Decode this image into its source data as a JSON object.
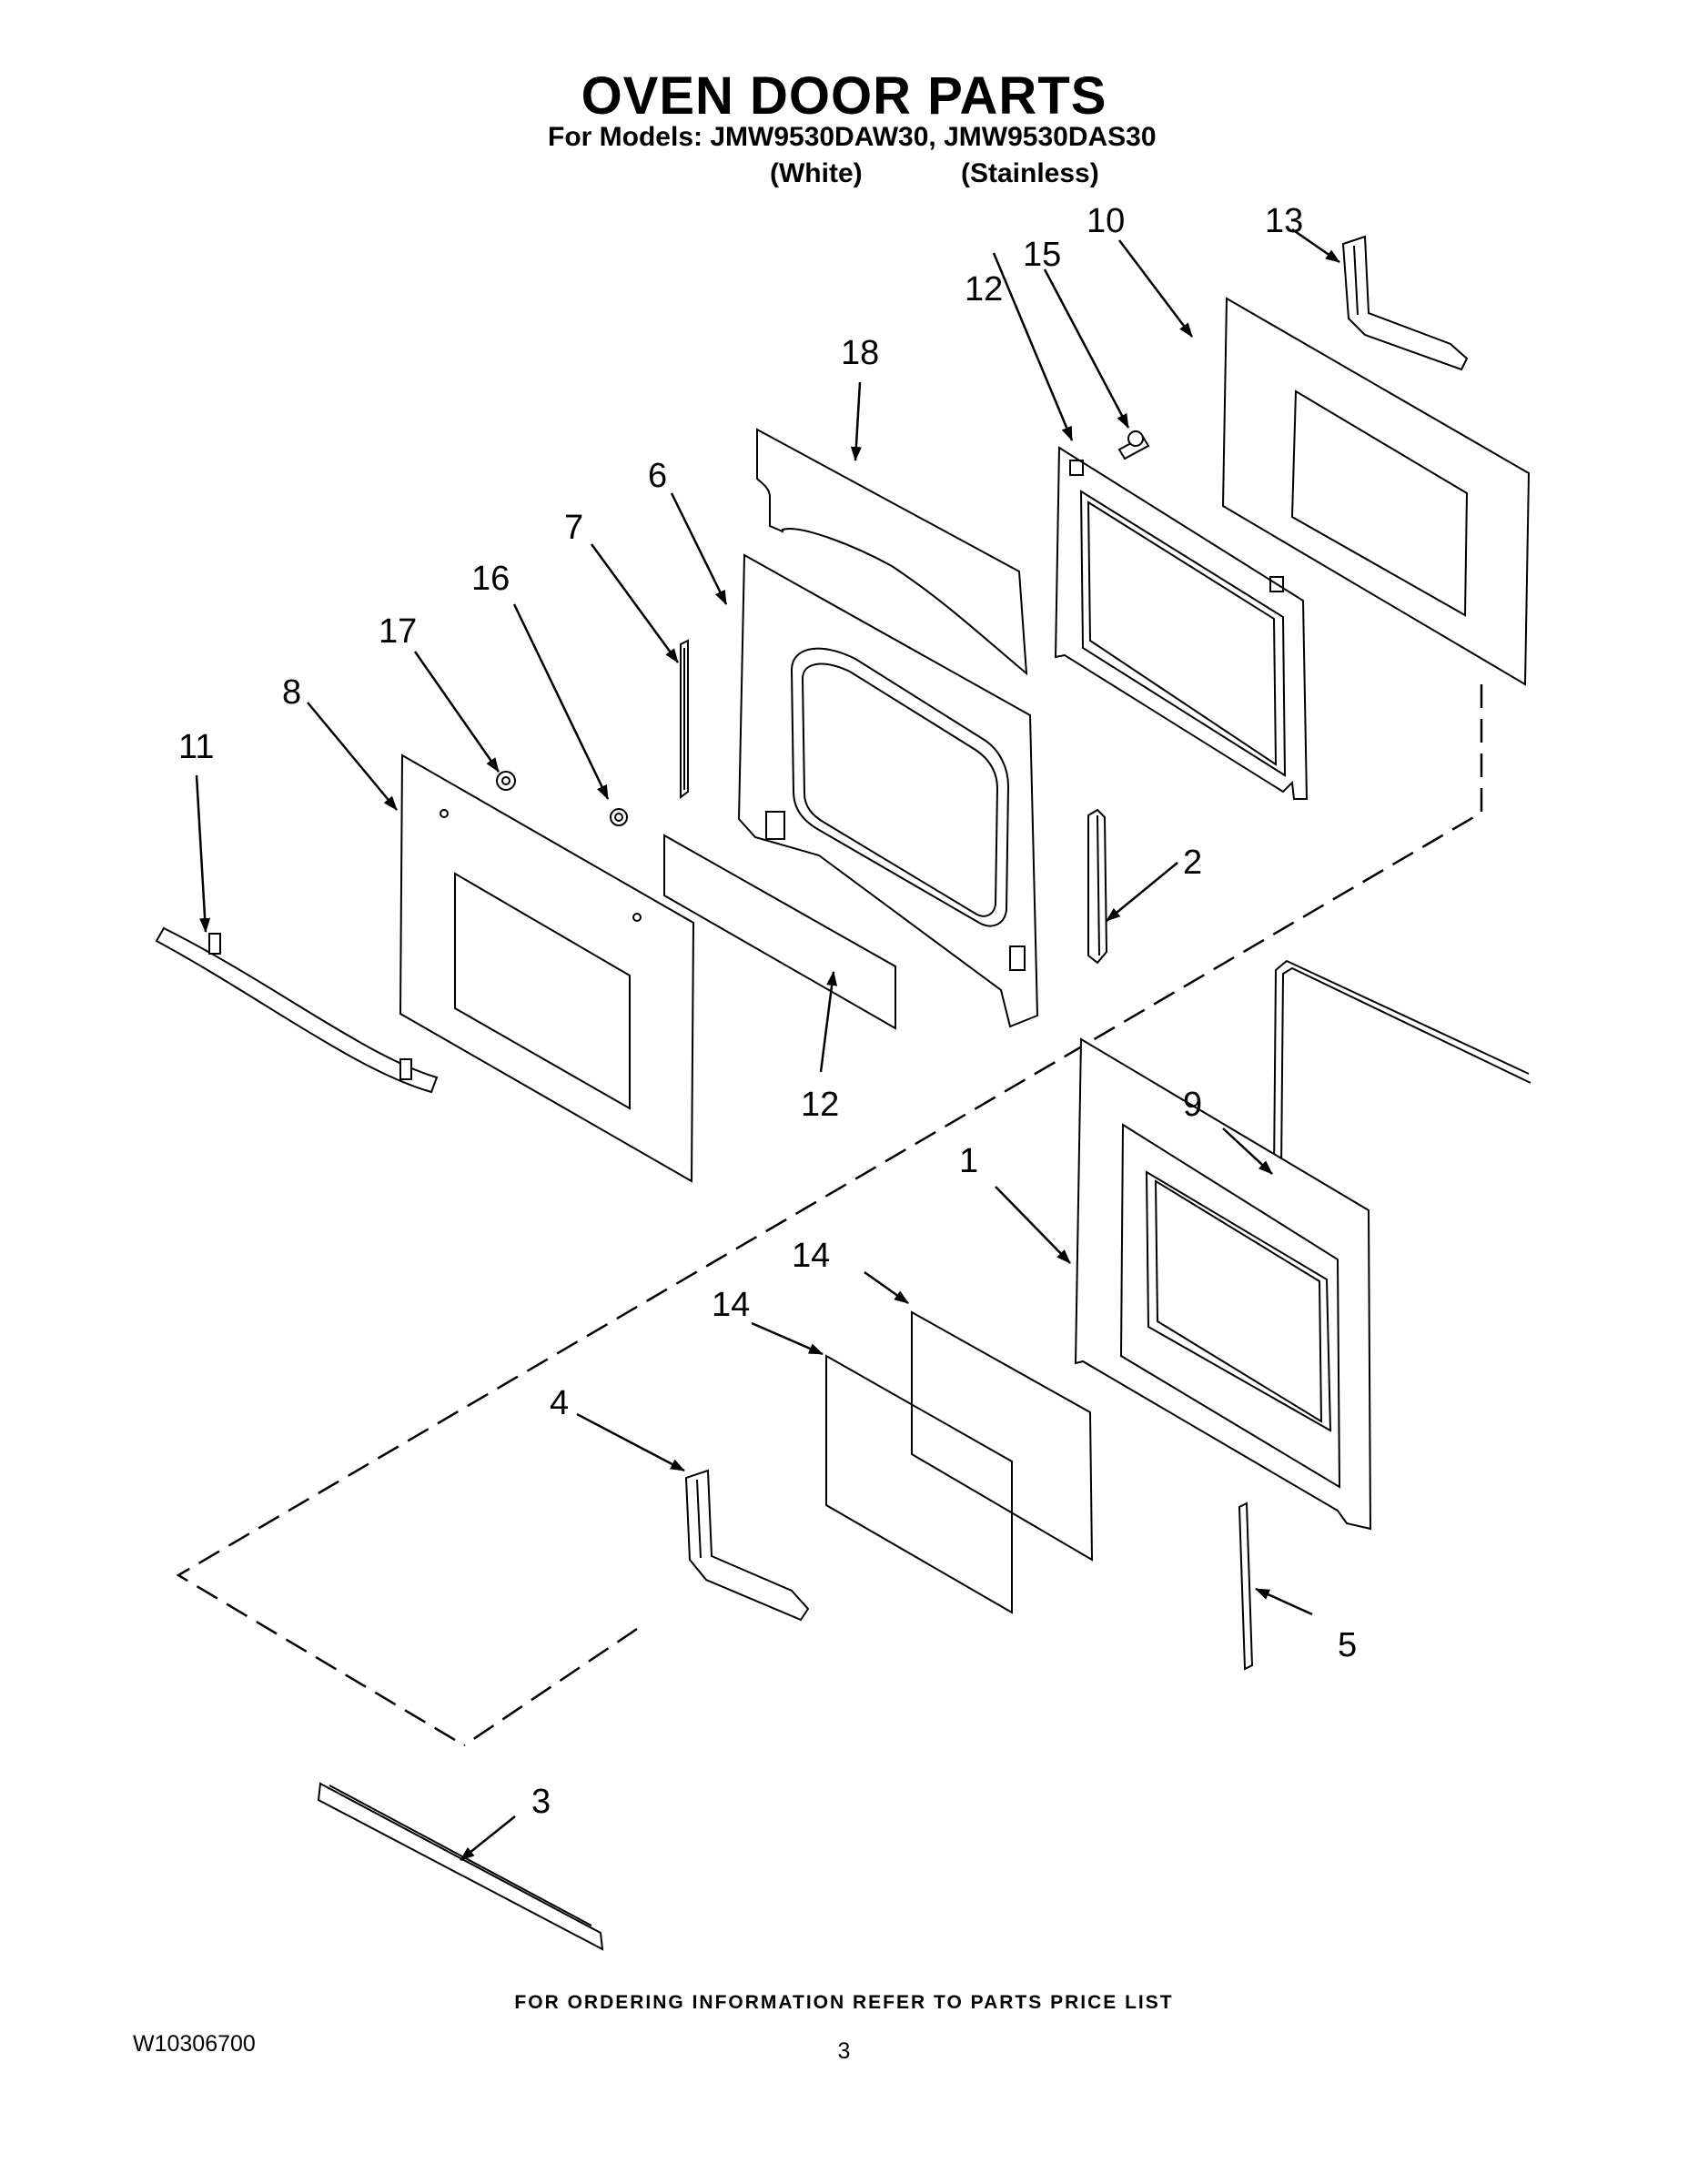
{
  "header": {
    "title": "OVEN DOOR PARTS",
    "subtitle": "For Models: JMW9530DAW30, JMW9530DAS30",
    "model_white": "(White)",
    "model_stainless": "(Stainless)"
  },
  "callouts": {
    "c1": "1",
    "c2": "2",
    "c3": "3",
    "c4": "4",
    "c5": "5",
    "c6": "6",
    "c7": "7",
    "c8": "8",
    "c9": "9",
    "c10": "10",
    "c11": "11",
    "c12a": "12",
    "c12b": "12",
    "c13": "13",
    "c14a": "14",
    "c14b": "14",
    "c15": "15",
    "c16": "16",
    "c17": "17",
    "c18": "18"
  },
  "footer": {
    "note": "FOR ORDERING INFORMATION REFER TO PARTS PRICE LIST",
    "doc_number": "W10306700",
    "page_number": "3"
  }
}
